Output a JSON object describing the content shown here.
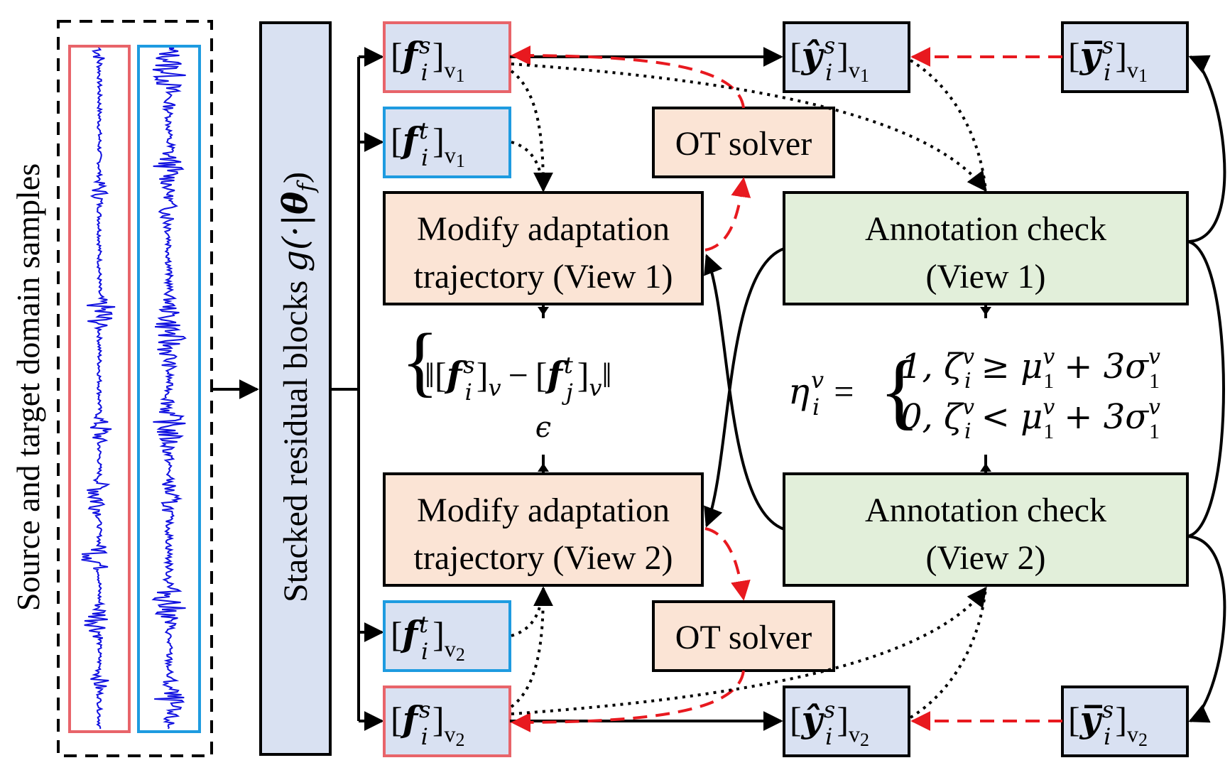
{
  "side_label": "Source and target domain samples",
  "stacked_block": {
    "label": "Stacked residual blocks ",
    "func": "g(·|",
    "theta": "θ",
    "theta_sub": "f",
    "close": ")"
  },
  "feature_boxes": {
    "fs_v1": {
      "symbol": "f",
      "sup": "s",
      "sub": "i",
      "view": "v",
      "view_sub": "1"
    },
    "ft_v1": {
      "symbol": "f",
      "sup": "t",
      "sub": "i",
      "view": "v",
      "view_sub": "1"
    },
    "ft_v2": {
      "symbol": "f",
      "sup": "t",
      "sub": "i",
      "view": "v",
      "view_sub": "2"
    },
    "fs_v2": {
      "symbol": "f",
      "sup": "s",
      "sub": "i",
      "view": "v",
      "view_sub": "2"
    }
  },
  "pred_boxes": {
    "yhat_v1": {
      "symbol": "ŷ",
      "sup": "s",
      "sub": "i",
      "view": "v",
      "view_sub": "1"
    },
    "yhat_v2": {
      "symbol": "ŷ",
      "sup": "s",
      "sub": "i",
      "view": "v",
      "view_sub": "2"
    },
    "ybar_v1": {
      "symbol": "y̅",
      "sup": "s",
      "sub": "i",
      "view": "v",
      "view_sub": "1"
    },
    "ybar_v2": {
      "symbol": "y̅",
      "sup": "s",
      "sub": "i",
      "view": "v",
      "view_sub": "2"
    }
  },
  "ot_solver_top": "OT solver",
  "ot_solver_bottom": "OT solver",
  "modify_view1": {
    "line1": "Modify adaptation",
    "line2": "trajectory (View 1)"
  },
  "modify_view2": {
    "line1": "Modify adaptation",
    "line2": "trajectory (View 2)"
  },
  "annotation_view1": {
    "line1": "Annotation check",
    "line2": "(View 1)"
  },
  "annotation_view2": {
    "line1": "Annotation check",
    "line2": "(View 2)"
  },
  "left_formula": {
    "fs": "f",
    "fs_sup": "s",
    "fs_sub": "i",
    "v": "v",
    "minus": "−",
    "ft": "f",
    "ft_sup": "t",
    "ft_sub": "j",
    "epsilon": "ϵ"
  },
  "right_formula": {
    "eta": "η",
    "eta_sup": "v",
    "eta_sub": "i",
    "equals": "=",
    "case1": "1, ζ",
    "case1_rel": "≥ μ",
    "case1_tail": "+ 3σ",
    "case2": "0, ζ",
    "case2_rel": "< μ",
    "case2_tail": "+ 3σ",
    "sup_v": "v",
    "sub_i": "i",
    "sub_1": "1"
  },
  "colors": {
    "source_border": "#e8646a",
    "target_border": "#1e9be0",
    "feature_fill": "#d9e1f2",
    "peach_fill": "#fbe4d5",
    "green_fill": "#e2efda",
    "red_dashed": "#e8191f",
    "signal": "#1010e0"
  }
}
